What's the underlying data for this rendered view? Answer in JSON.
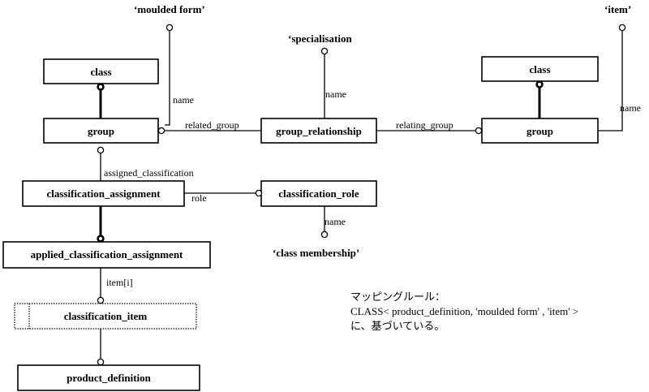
{
  "entities": {
    "class_left": "class",
    "class_right": "class",
    "group_left": "group",
    "group_right": "group",
    "group_relationship": "group_relationship",
    "classification_assignment": "classification_assignment",
    "classification_role": "classification_role",
    "applied_classification_assignment": "applied_classification_assignment",
    "classification_item": "classification_item",
    "product_definition": "product_definition"
  },
  "attributes": {
    "name_left": "name",
    "name_middle": "name",
    "name_right": "name",
    "name_role": "name",
    "related_group": "related_group",
    "relating_group": "relating_group",
    "assigned_classification": "assigned_classification",
    "role": "role",
    "items": "item[i]"
  },
  "literals": {
    "moulded_form": "‘moulded form’",
    "specialisation": "‘specialisation",
    "item": "‘item’",
    "class_membership": "‘class membership’"
  },
  "note": {
    "line1": "マッピングルール：",
    "line2": "CLASS< product_definition, 'moulded form' , 'item' >",
    "line3": "に、基づいている。"
  }
}
